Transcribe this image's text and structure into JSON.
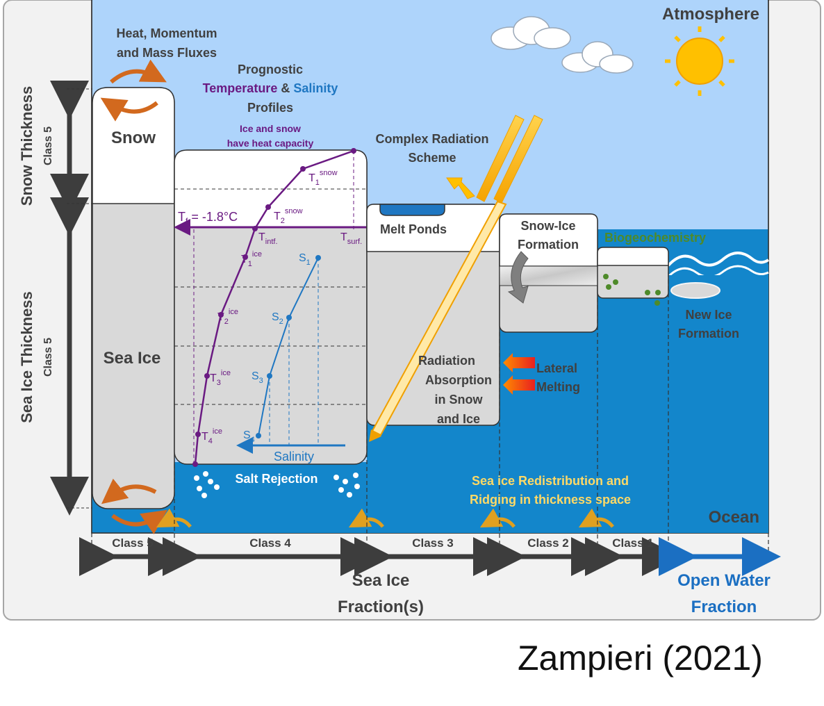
{
  "colors": {
    "atmosphere": "#aed4fb",
    "ocean": "#1386cb",
    "ice": "#d9d9d9",
    "temperature": "#6a1a82",
    "salinity": "#1f77c2",
    "biogeo": "#4e8a2a",
    "redistribution": "#ffd966",
    "open_water": "#1b6fc2",
    "heat_arrow": "#d2691e"
  },
  "labels": {
    "atmosphere": "Atmosphere",
    "ocean": "Ocean",
    "fluxes_line1": "Heat, Momentum",
    "fluxes_line2": "and Mass Fluxes",
    "prognostic": "Prognostic",
    "temperature": "Temperature",
    "amp": " & ",
    "salinity": "Salinity",
    "profiles": "Profiles",
    "heatcap_line1": "Ice and snow",
    "heatcap_line2": "have heat capacity",
    "snow": "Snow",
    "sea_ice": "Sea Ice",
    "snow_thickness": "Snow Thickness",
    "sea_ice_thickness": "Sea Ice Thickness",
    "class5_vertical": "Class 5",
    "radiation_line1": "Complex Radiation",
    "radiation_line2": "Scheme",
    "melt_ponds": "Melt Ponds",
    "snowice_line1": "Snow-Ice",
    "snowice_line2": "Formation",
    "biogeochemistry": "Biogeochemistry",
    "newice_line1": "New Ice",
    "newice_line2": "Formation",
    "absorption_line1": "Radiation",
    "absorption_line2": "Absorption",
    "absorption_line3": "in Snow",
    "absorption_line4": "and Ice",
    "lateral_line1": "Lateral",
    "lateral_line2": "Melting",
    "salt_rejection": "Salt Rejection",
    "salinity_axis": "Salinity",
    "redist_line1": "Sea ice Redistribution and",
    "redist_line2": "Ridging in thickness space",
    "tf_label": "T",
    "tf_sub": "f",
    "tf_value": " = -1.8°C",
    "t_intf": "T",
    "t_intf_sub": "intf.",
    "t_surf": "T",
    "t_surf_sub": "surf.",
    "t1_snow": "T",
    "t1_snow_sub": "1",
    "t1_snow_sup": "snow",
    "t2_snow": "T",
    "t2_snow_sub": "2",
    "t2_snow_sup": "snow",
    "t1_ice": "T",
    "t1_ice_sub": "1",
    "t1_ice_sup": "ice",
    "t2_ice": "T",
    "t2_ice_sub": "2",
    "t2_ice_sup": "ice",
    "t3_ice": "T",
    "t3_ice_sub": "3",
    "t3_ice_sup": "ice",
    "t4_ice": "T",
    "t4_ice_sub": "4",
    "t4_ice_sup": "ice",
    "s1": "S",
    "s1_sub": "1",
    "s2": "S",
    "s2_sub": "2",
    "s3": "S",
    "s3_sub": "3",
    "s4": "S",
    "s4_sub": "4",
    "class5": "Class 5",
    "class4": "Class 4",
    "class3": "Class 3",
    "class2": "Class 2",
    "class1": "Class 1",
    "sea_ice_fraction_line1": "Sea Ice",
    "sea_ice_fraction_line2": "Fraction(s)",
    "open_water_line1": "Open Water",
    "open_water_line2": "Fraction",
    "credit": "Zampieri (2021)"
  }
}
